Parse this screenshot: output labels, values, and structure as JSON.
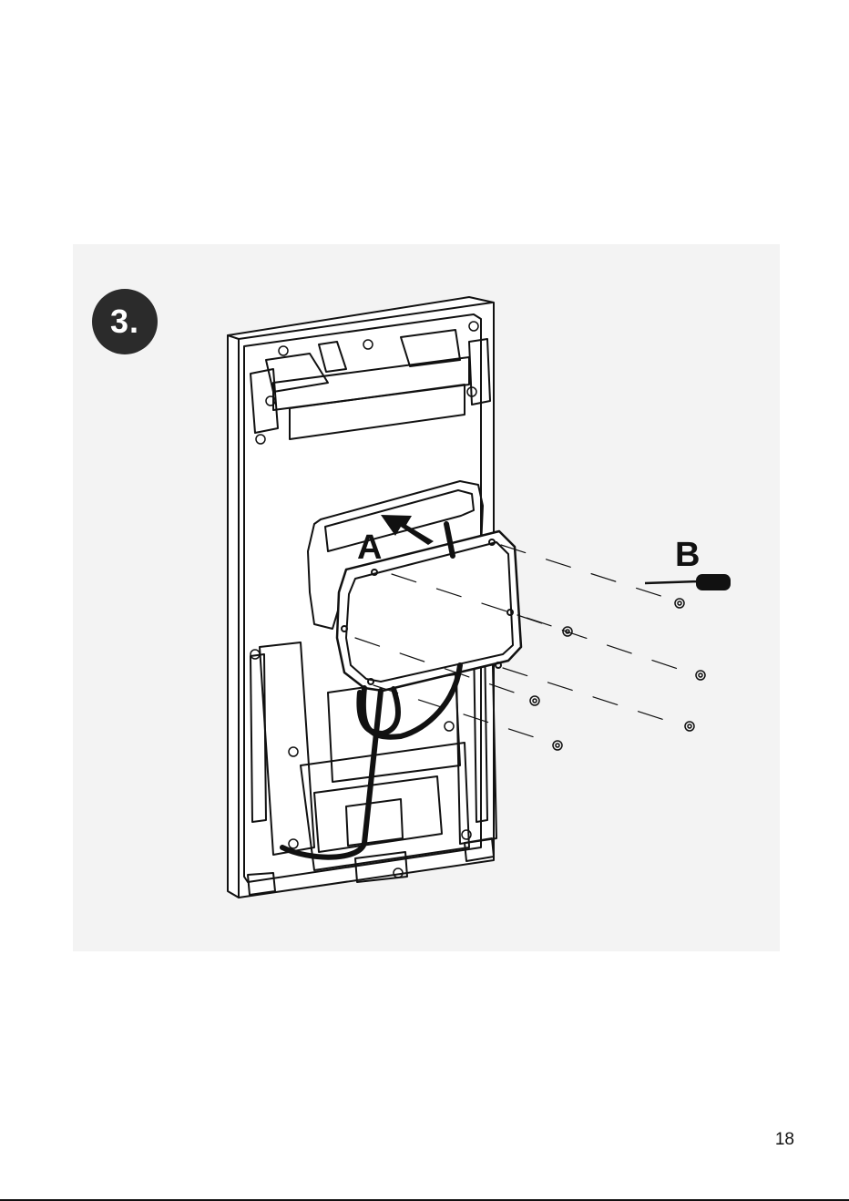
{
  "step": {
    "label": "3."
  },
  "callouts": {
    "a": "A",
    "b": "B"
  },
  "page": {
    "number": "18"
  },
  "colors": {
    "panel_bg": "#f3f3f3",
    "badge_bg": "#2b2b2b",
    "ink": "#111111"
  },
  "icons": [
    "screwdriver-icon",
    "arrow-icon",
    "screw-icon"
  ]
}
